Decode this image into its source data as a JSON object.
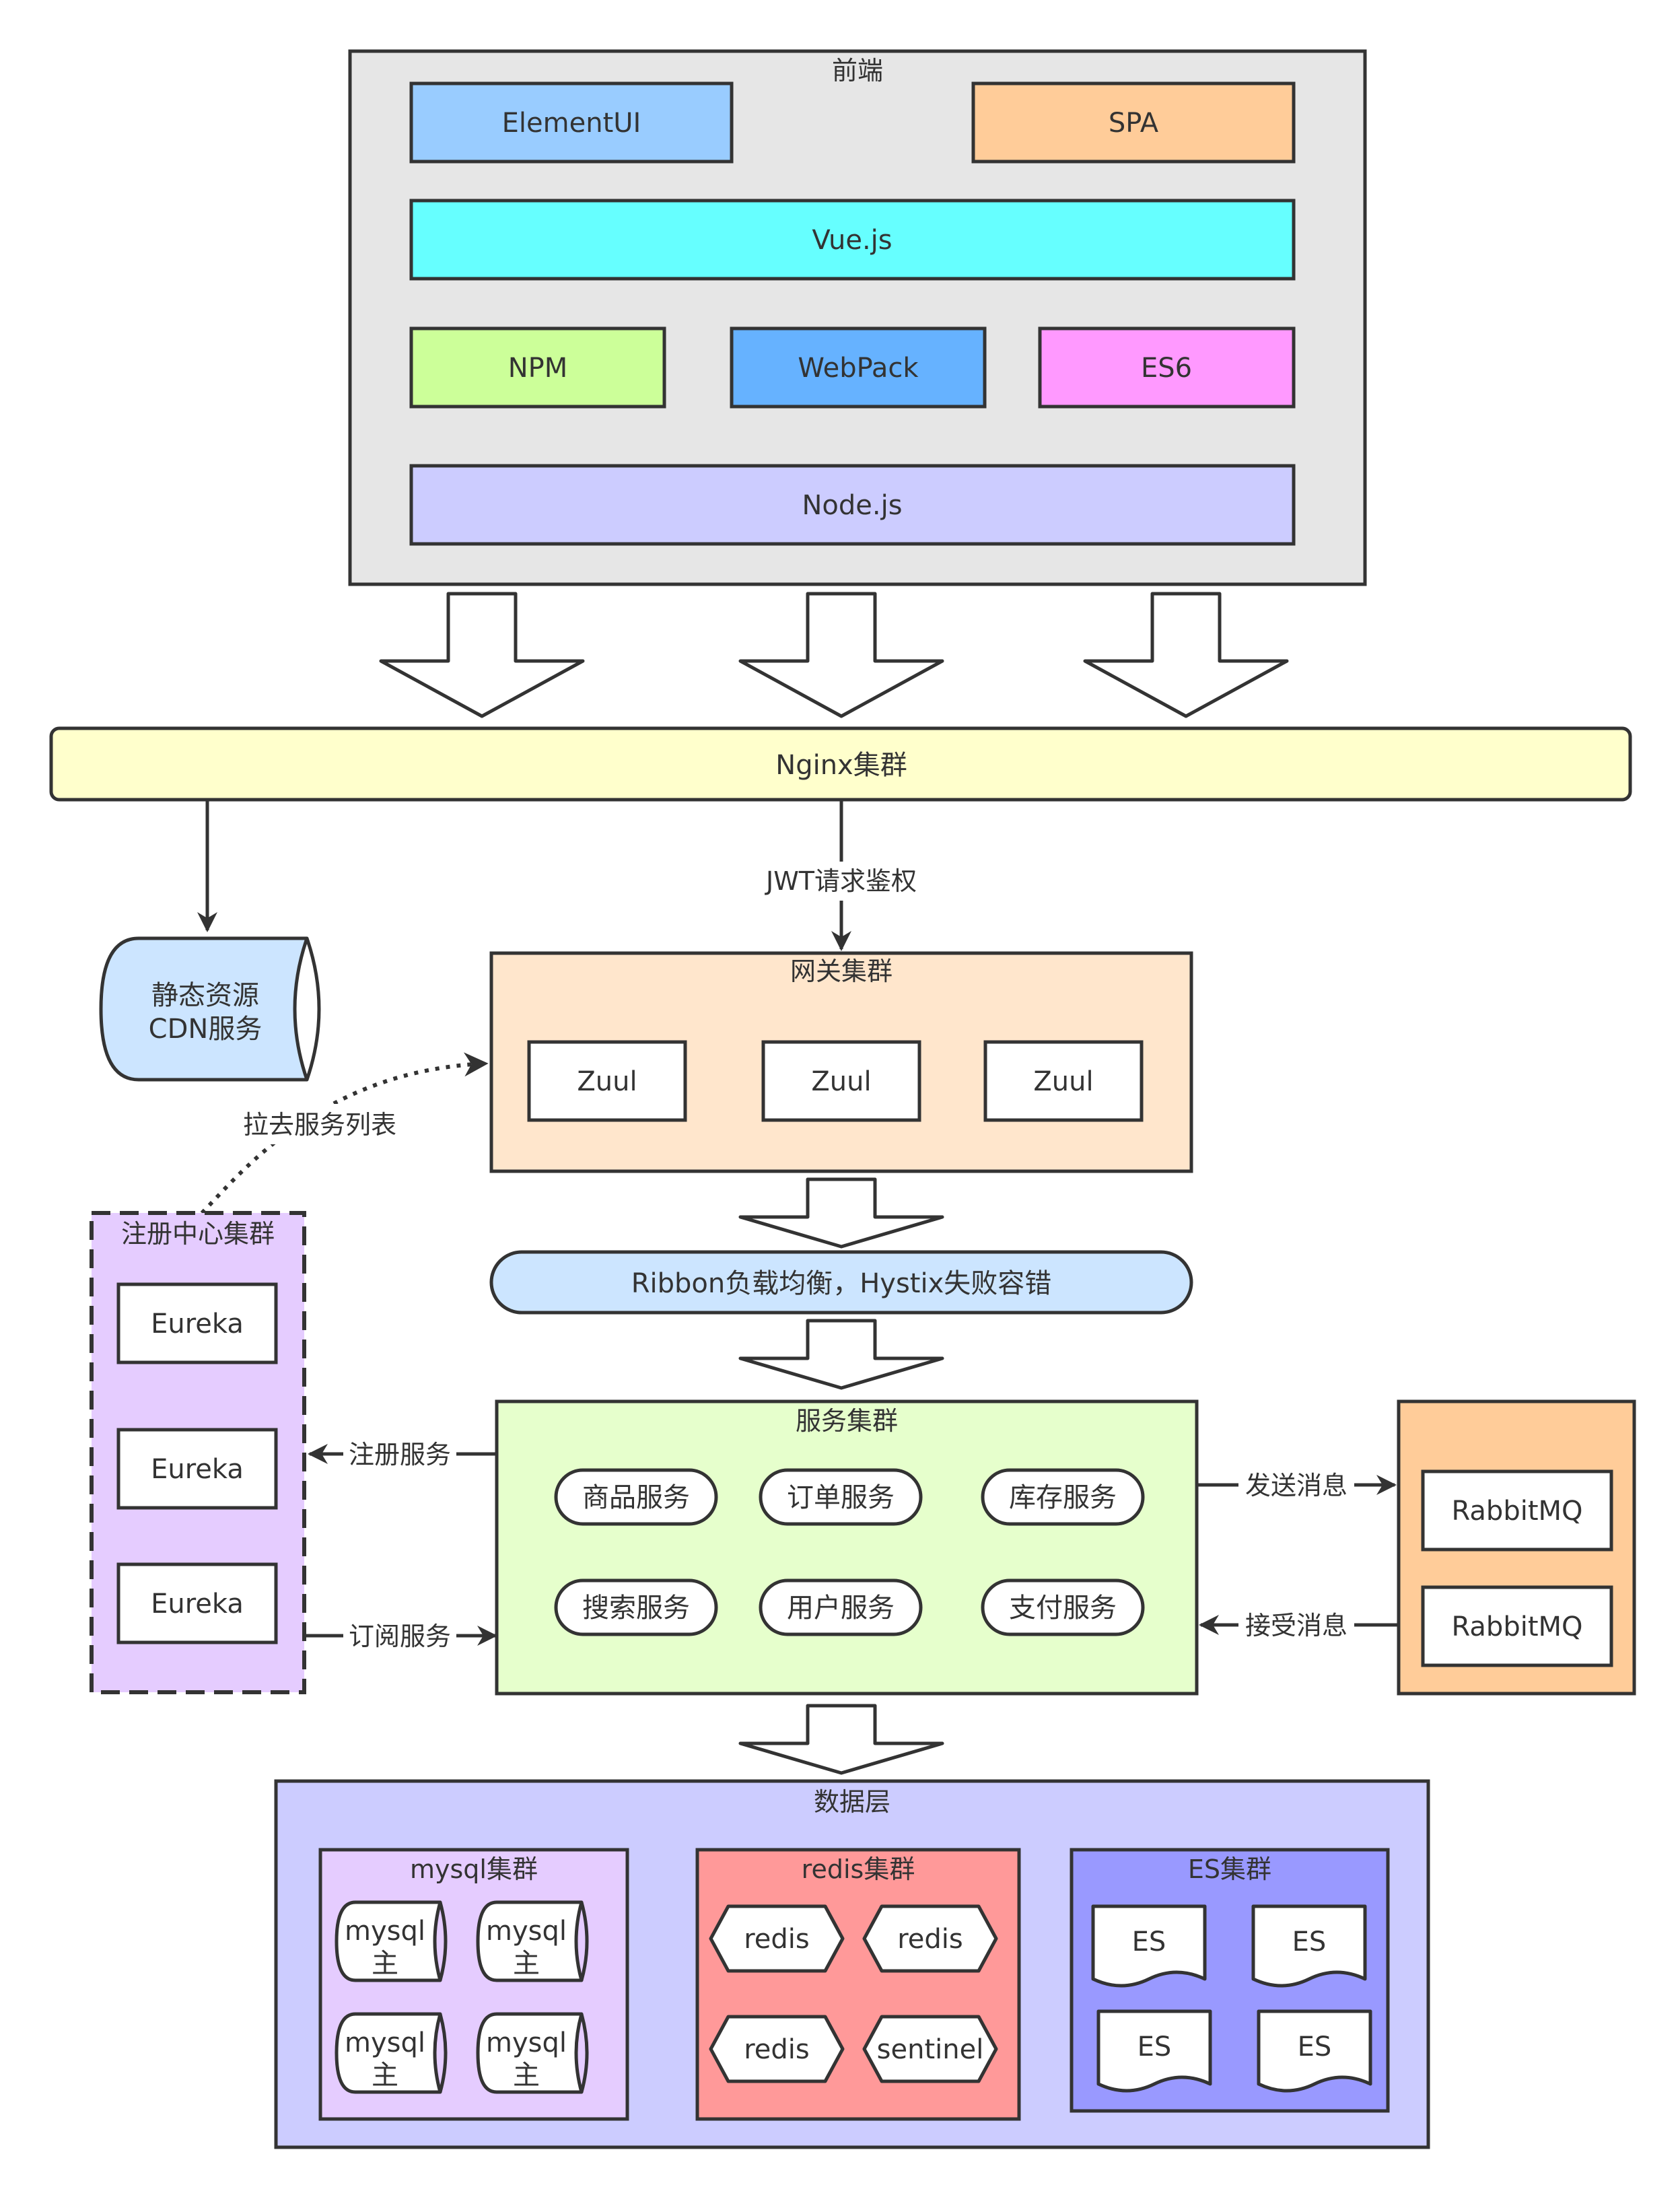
{
  "colors": {
    "stroke": "#333333",
    "frontend_bg": "#e6e6e6",
    "elementui": "#99ccff",
    "spa": "#ffcc99",
    "vue": "#66ffff",
    "npm": "#ccff99",
    "webpack": "#66b2ff",
    "es6": "#ff99ff",
    "node": "#ccccff",
    "nginx": "#ffffcc",
    "cdn": "#cce5ff",
    "gateway": "#ffe6cc",
    "ribbon": "#cce5ff",
    "registry": "#e5ccff",
    "service": "#e6ffcc",
    "mq": "#ffcc99",
    "data": "#ccccff",
    "mysql": "#e5ccff",
    "redis": "#ff9999",
    "es_cluster": "#9999ff",
    "white": "#ffffff"
  },
  "frontend": {
    "title": "前端",
    "elementui": "ElementUI",
    "spa": "SPA",
    "vue": "Vue.js",
    "npm": "NPM",
    "webpack": "WebPack",
    "es6": "ES6",
    "node": "Node.js"
  },
  "nginx": {
    "label": "Nginx集群"
  },
  "edges": {
    "jwt": "JWT请求鉴权",
    "pull_services": "拉去服务列表",
    "register": "注册服务",
    "subscribe": "订阅服务",
    "send_msg": "发送消息",
    "receive_msg": "接受消息"
  },
  "cdn": {
    "line1": "静态资源",
    "line2": "CDN服务"
  },
  "gateway": {
    "title": "网关集群",
    "nodes": [
      "Zuul",
      "Zuul",
      "Zuul"
    ]
  },
  "ribbon": {
    "label": "Ribbon负载均衡，Hystix失败容错"
  },
  "registry": {
    "title": "注册中心集群",
    "nodes": [
      "Eureka",
      "Eureka",
      "Eureka"
    ]
  },
  "services": {
    "title": "服务集群",
    "items": [
      "商品服务",
      "订单服务",
      "库存服务",
      "搜索服务",
      "用户服务",
      "支付服务"
    ]
  },
  "mq": {
    "nodes": [
      "RabbitMQ",
      "RabbitMQ"
    ]
  },
  "data_layer": {
    "title": "数据层",
    "mysql": {
      "title": "mysql集群",
      "line1": "mysql",
      "line2": "主"
    },
    "redis": {
      "title": "redis集群",
      "nodes": [
        "redis",
        "redis",
        "redis",
        "sentinel"
      ]
    },
    "es": {
      "title": "ES集群",
      "nodes": [
        "ES",
        "ES",
        "ES",
        "ES"
      ]
    }
  }
}
